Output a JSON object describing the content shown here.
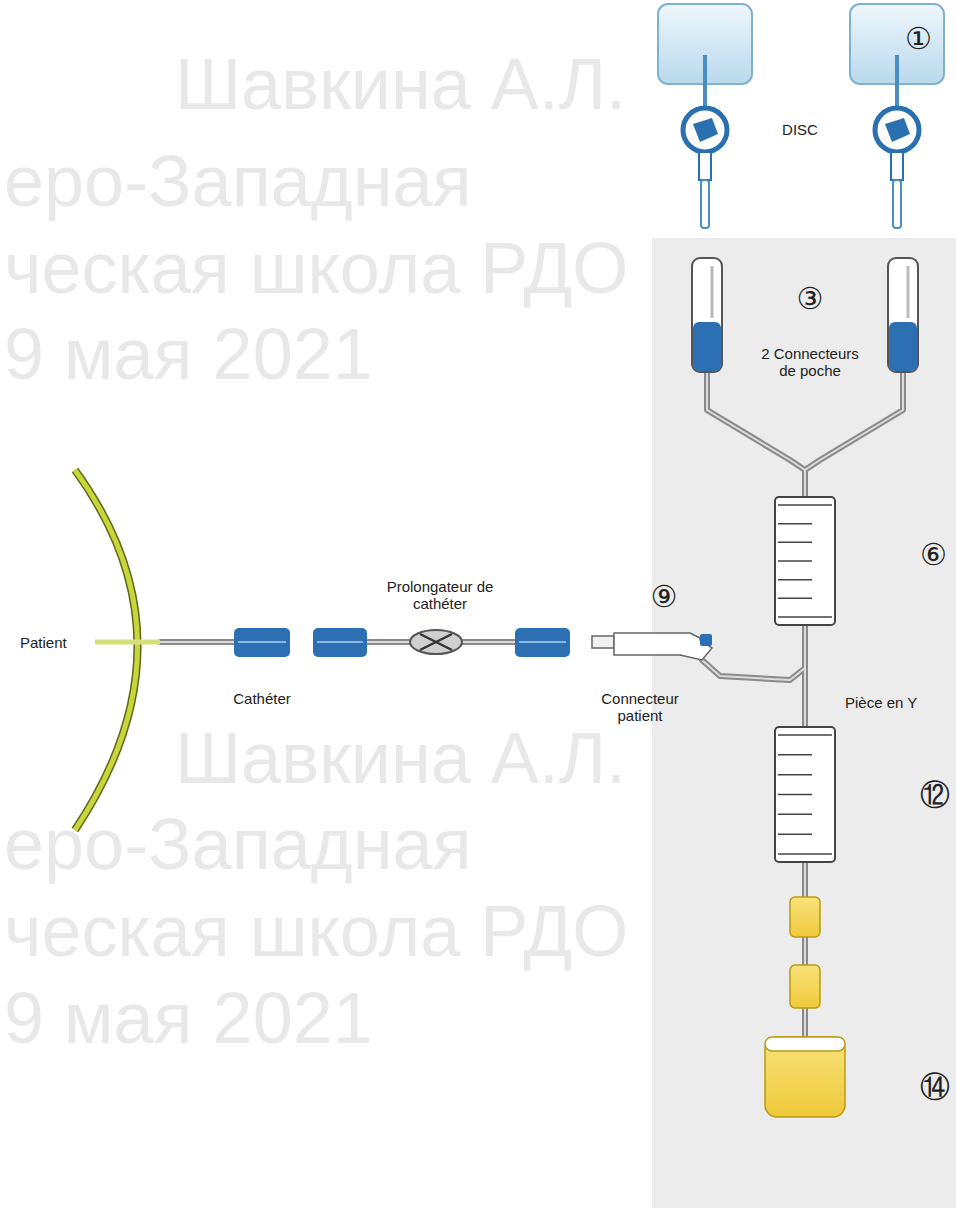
{
  "diagram": {
    "labels": [
      "①",
      "DISC",
      "③",
      "2 Connecteurs de poche",
      "⑥",
      "⑨",
      "Prolongateur de cathéter",
      "Patient",
      "Cathéter",
      "Connecteur patient",
      "Pièce en Y",
      "⑫",
      "⑭",
      "Шавкина А.Л.",
      "еро-Западная",
      "ческая школа РДО",
      "9 мая 2021",
      "Шавкина А.Л.",
      "еро-Западная",
      "ческая школа РДО",
      "9 мая 2021"
    ]
  }
}
